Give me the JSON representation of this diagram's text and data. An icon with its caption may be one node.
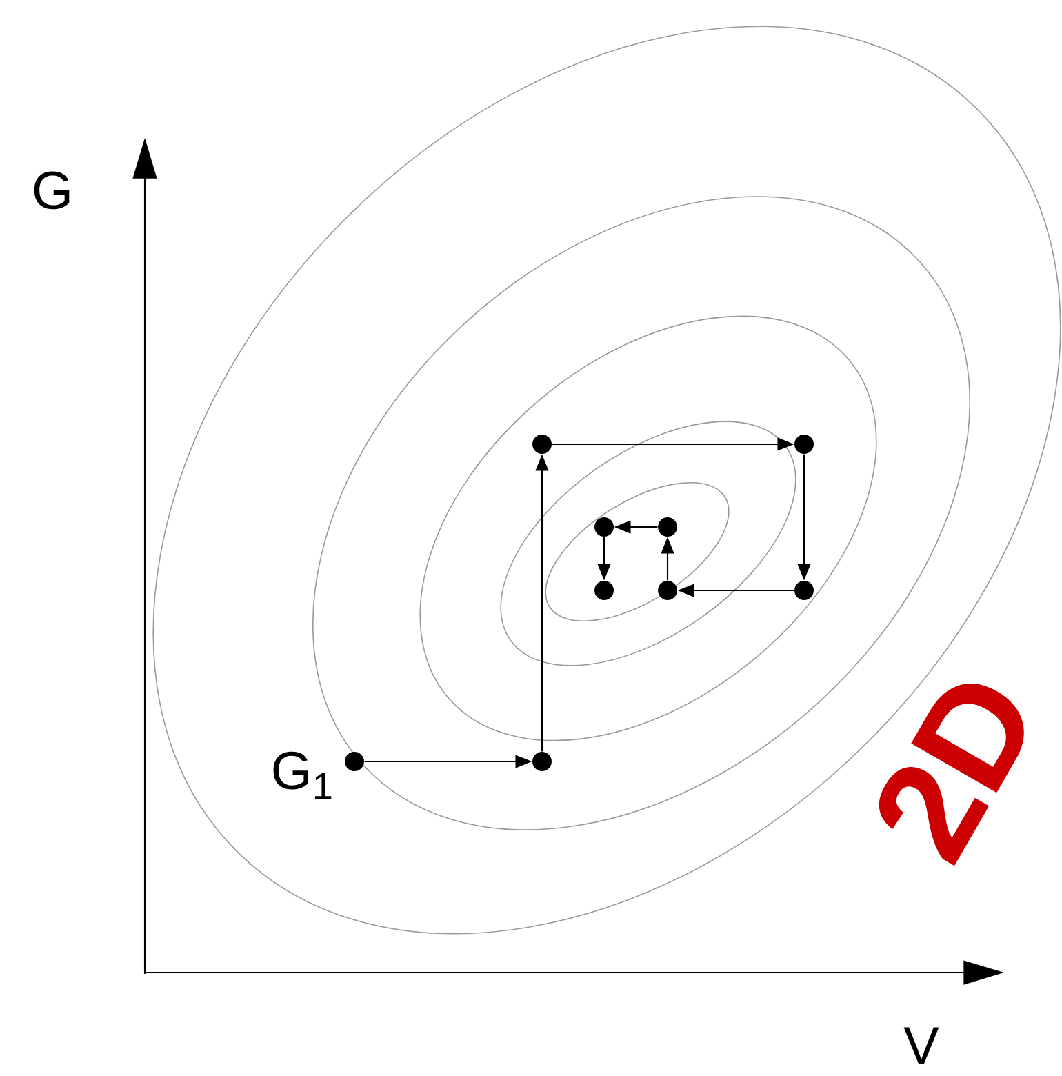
{
  "diagram": {
    "nodes": [
      {
        "text": [],
        "shape": "circle",
        "beside": [
          "G$_{1}$"
        ]
      },
      {
        "text": [],
        "shape": "circle"
      },
      {
        "text": [],
        "shape": "circle"
      },
      {
        "text": [],
        "shape": "circle"
      },
      {
        "text": [],
        "shape": "circle"
      },
      {
        "text": [],
        "shape": "circle"
      },
      {
        "text": [],
        "shape": "circle"
      },
      {
        "text": [],
        "shape": "circle"
      },
      {
        "text": [],
        "shape": "circle"
      }
    ],
    "edges": [
      {
        "from": 0,
        "to": 1,
        "arrow": "to"
      },
      {
        "from": 1,
        "to": 2,
        "arrow": "to"
      },
      {
        "from": 2,
        "to": 3,
        "arrow": "to"
      },
      {
        "from": 3,
        "to": 4,
        "arrow": "to"
      },
      {
        "from": 4,
        "to": 5,
        "arrow": "to"
      },
      {
        "from": 5,
        "to": 6,
        "arrow": "to"
      },
      {
        "from": 6,
        "to": 7,
        "arrow": "to"
      },
      {
        "from": 7,
        "to": 8,
        "arrow": "to"
      }
    ],
    "labels": [
      "G",
      "V",
      "2D"
    ]
  }
}
